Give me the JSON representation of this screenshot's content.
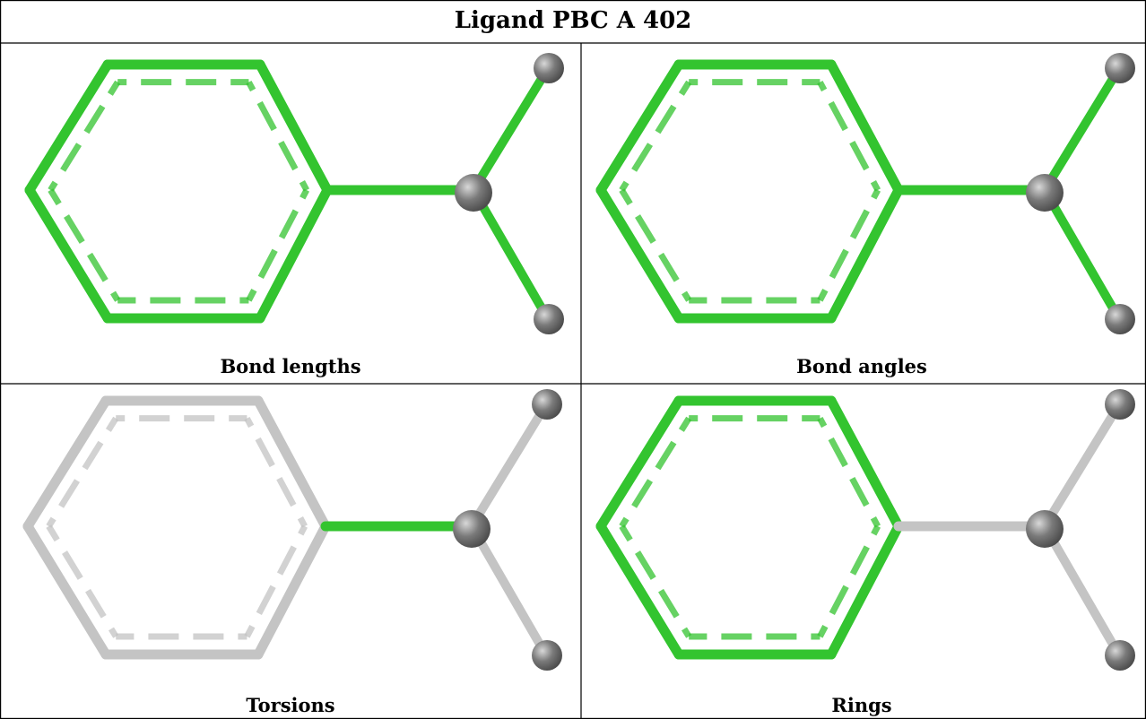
{
  "title": "Ligand PBC A 402",
  "panels": [
    {
      "label": "Bond lengths",
      "ring_color": "#33c42f",
      "exo_color": "#33c42f",
      "branch_color": "#33c42f"
    },
    {
      "label": "Bond angles",
      "ring_color": "#33c42f",
      "exo_color": "#33c42f",
      "branch_color": "#33c42f"
    },
    {
      "label": "Torsions",
      "ring_color": "#c4c4c4",
      "exo_color": "#33c42f",
      "branch_color": "#c4c4c4"
    },
    {
      "label": "Rings",
      "ring_color": "#33c42f",
      "exo_color": "#c4c4c4",
      "branch_color": "#c4c4c4"
    }
  ],
  "colors": {
    "highlight": "#33c42f",
    "neutral": "#c4c4c4",
    "atom": "#7a7a7a",
    "border": "#000000"
  }
}
